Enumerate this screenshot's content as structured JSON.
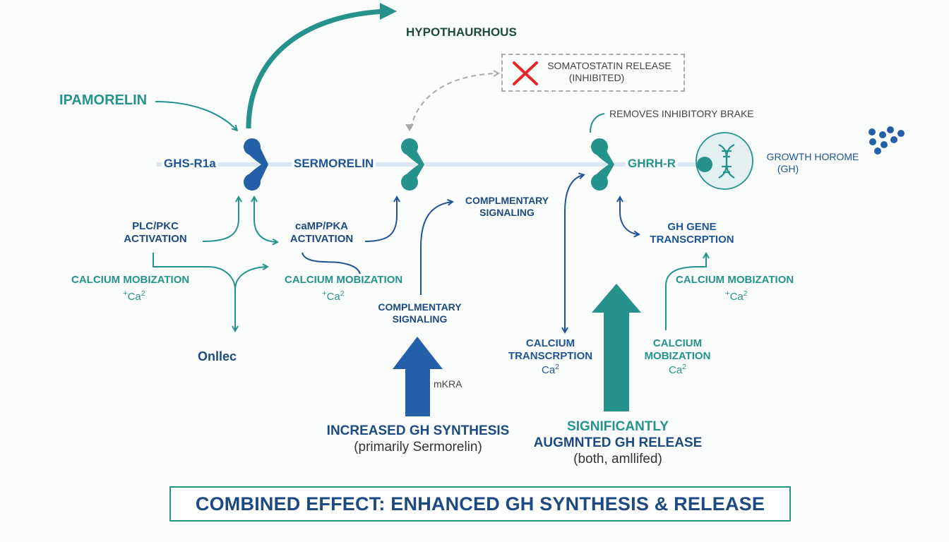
{
  "title_top": "HYPOTHAURHOUS",
  "inputs": {
    "ipamorelin": "IPAMORELIN"
  },
  "receptors": {
    "ghs_r1a": "GHS-R1a",
    "sermorelin": "SERMORELIN",
    "ghrh_r": "GHRH-R"
  },
  "somatostatin": {
    "line1": "SOMATOSTATIN RELEASE",
    "line2": "(INHIBITED)"
  },
  "removes_brake": "REMOVES INHIBITORY BRAKE",
  "growth_hormone": {
    "line1": "GROWTH HOROME",
    "line2": "(GH)"
  },
  "left_pathway": {
    "plc_line1": "PLC/PKC",
    "plc_line2": "ACTIVATION",
    "calcium": "CALCIUM MOBIZATION",
    "ca_plus": "+",
    "ca": "Ca",
    "ca_sup": "2",
    "onllec": "Onllec"
  },
  "middle_pathway": {
    "camp_line1": "caMP/PKA",
    "camp_line2": "ACTIVATION",
    "calcium": "CALCIUM MOBIZATION",
    "ca_plus": "+",
    "ca": "Ca",
    "ca_sup": "2",
    "comp1_line1": "COMPLMENTARY",
    "comp1_line2": "SIGNALING",
    "comp2_line1": "COMPLMENTARY",
    "comp2_line2": "SIGNALING",
    "mrna": "mKRA"
  },
  "right_pathway": {
    "gh_gene_line1": "GH GENE",
    "gh_gene_line2": "TRANSCRPTION",
    "calcium": "CALCIUM MOBIZATION",
    "ca_plus": "+",
    "ca": "Ca",
    "ca_sup": "2",
    "calcium_transcription_line1": "CALCIUM",
    "calcium_transcription_line2": "TRANSCRPTION",
    "calcium_transcription_ca": "Ca",
    "calcium_transcription_sup": "2",
    "calcium_mobization_line1": "CALCIUM",
    "calcium_mobization_line2": "MOBIZATION",
    "calcium_mobization_ca": "Ca",
    "calcium_mobization_sup": "2"
  },
  "outcomes": {
    "synthesis_line1": "INCREASED GH SYNTHESIS",
    "synthesis_line2": "(primarily Sermorelin)",
    "release_line1": "SIGNIFICANTLY",
    "release_line2": "AUGMNTED GH RELEASE",
    "release_line3": "(both, amllifed)"
  },
  "combined_effect": "COMBINED EFFECT: ENHANCED GH SYNTHESIS & RELEASE",
  "colors": {
    "teal": "#25928c",
    "blue": "#1f5497",
    "navy": "#1d4a80",
    "red_x": "#e0282a",
    "membrane": "#dbe8f3"
  }
}
